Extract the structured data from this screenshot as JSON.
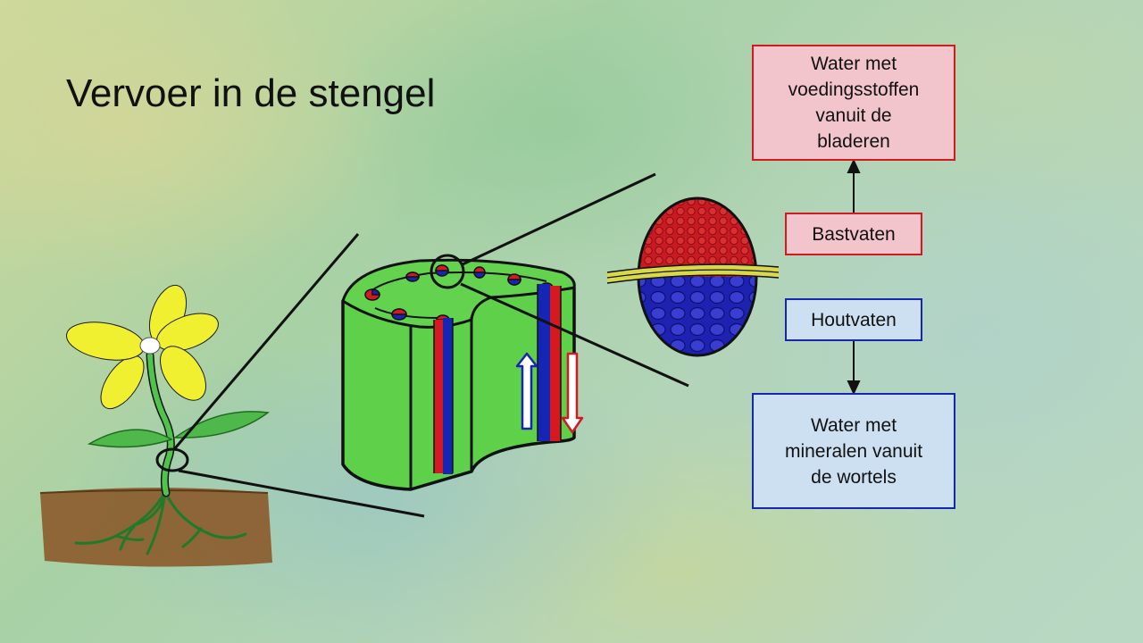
{
  "title": "Vervoer in de stengel",
  "labels": {
    "leaves_box": "Water met\nvoedingsstoffen\nvanuit de\nbladeren",
    "bastvaten": "Bastvaten",
    "houtvaten": "Houtvaten",
    "roots_box": "Water met\nmineralen vanuit\nde wortels"
  },
  "colors": {
    "phloem": "#d41920",
    "xylem": "#1525b4",
    "stem_green": "#5fd04a",
    "petal_yellow": "#f0f030",
    "soil_brown": "#8b5a2b"
  }
}
